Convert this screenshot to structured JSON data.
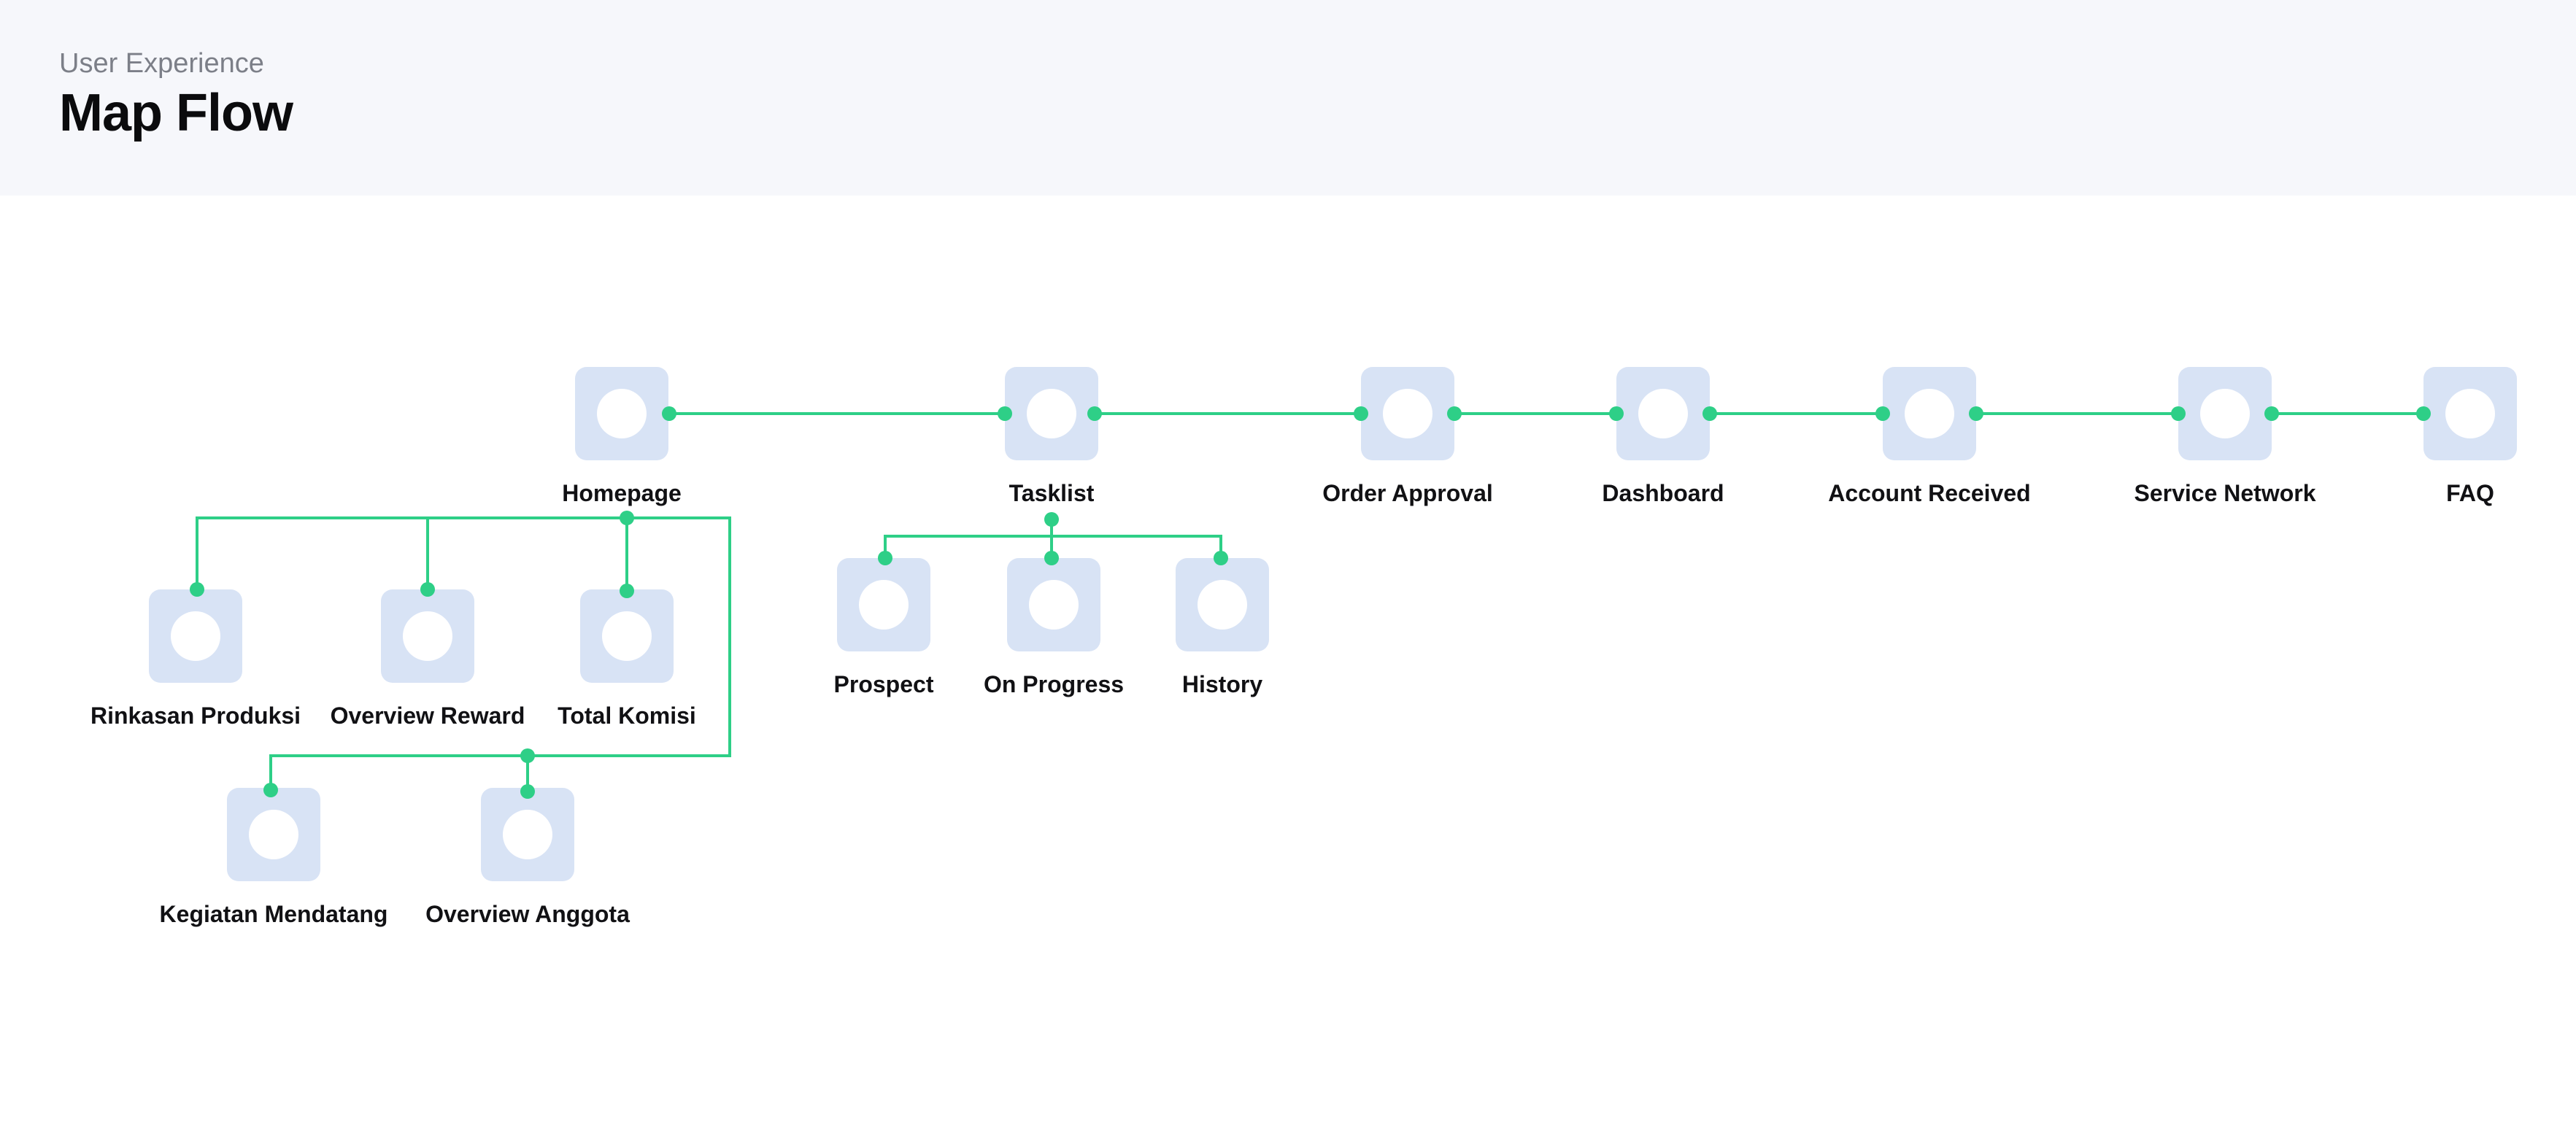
{
  "header": {
    "eyebrow": "User Experience",
    "title": "Map Flow"
  },
  "colors": {
    "connector": "#2ecf87",
    "card": "#d8e3f5",
    "circle": "#ffffff",
    "header_bg": "#f6f7fb"
  },
  "nodes": {
    "homepage": "Homepage",
    "tasklist": "Tasklist",
    "order_approval": "Order Approval",
    "dashboard": "Dashboard",
    "account_received": "Account Received",
    "service_network": "Service Network",
    "faq": "FAQ",
    "rinkasan_produksi": "Rinkasan Produksi",
    "overview_reward": "Overview Reward",
    "total_komisi": "Total Komisi",
    "kegiatan_mendatang": "Kegiatan Mendatang",
    "overview_anggota": "Overview Anggota",
    "prospect": "Prospect",
    "on_progress": "On Progress",
    "history": "History"
  }
}
